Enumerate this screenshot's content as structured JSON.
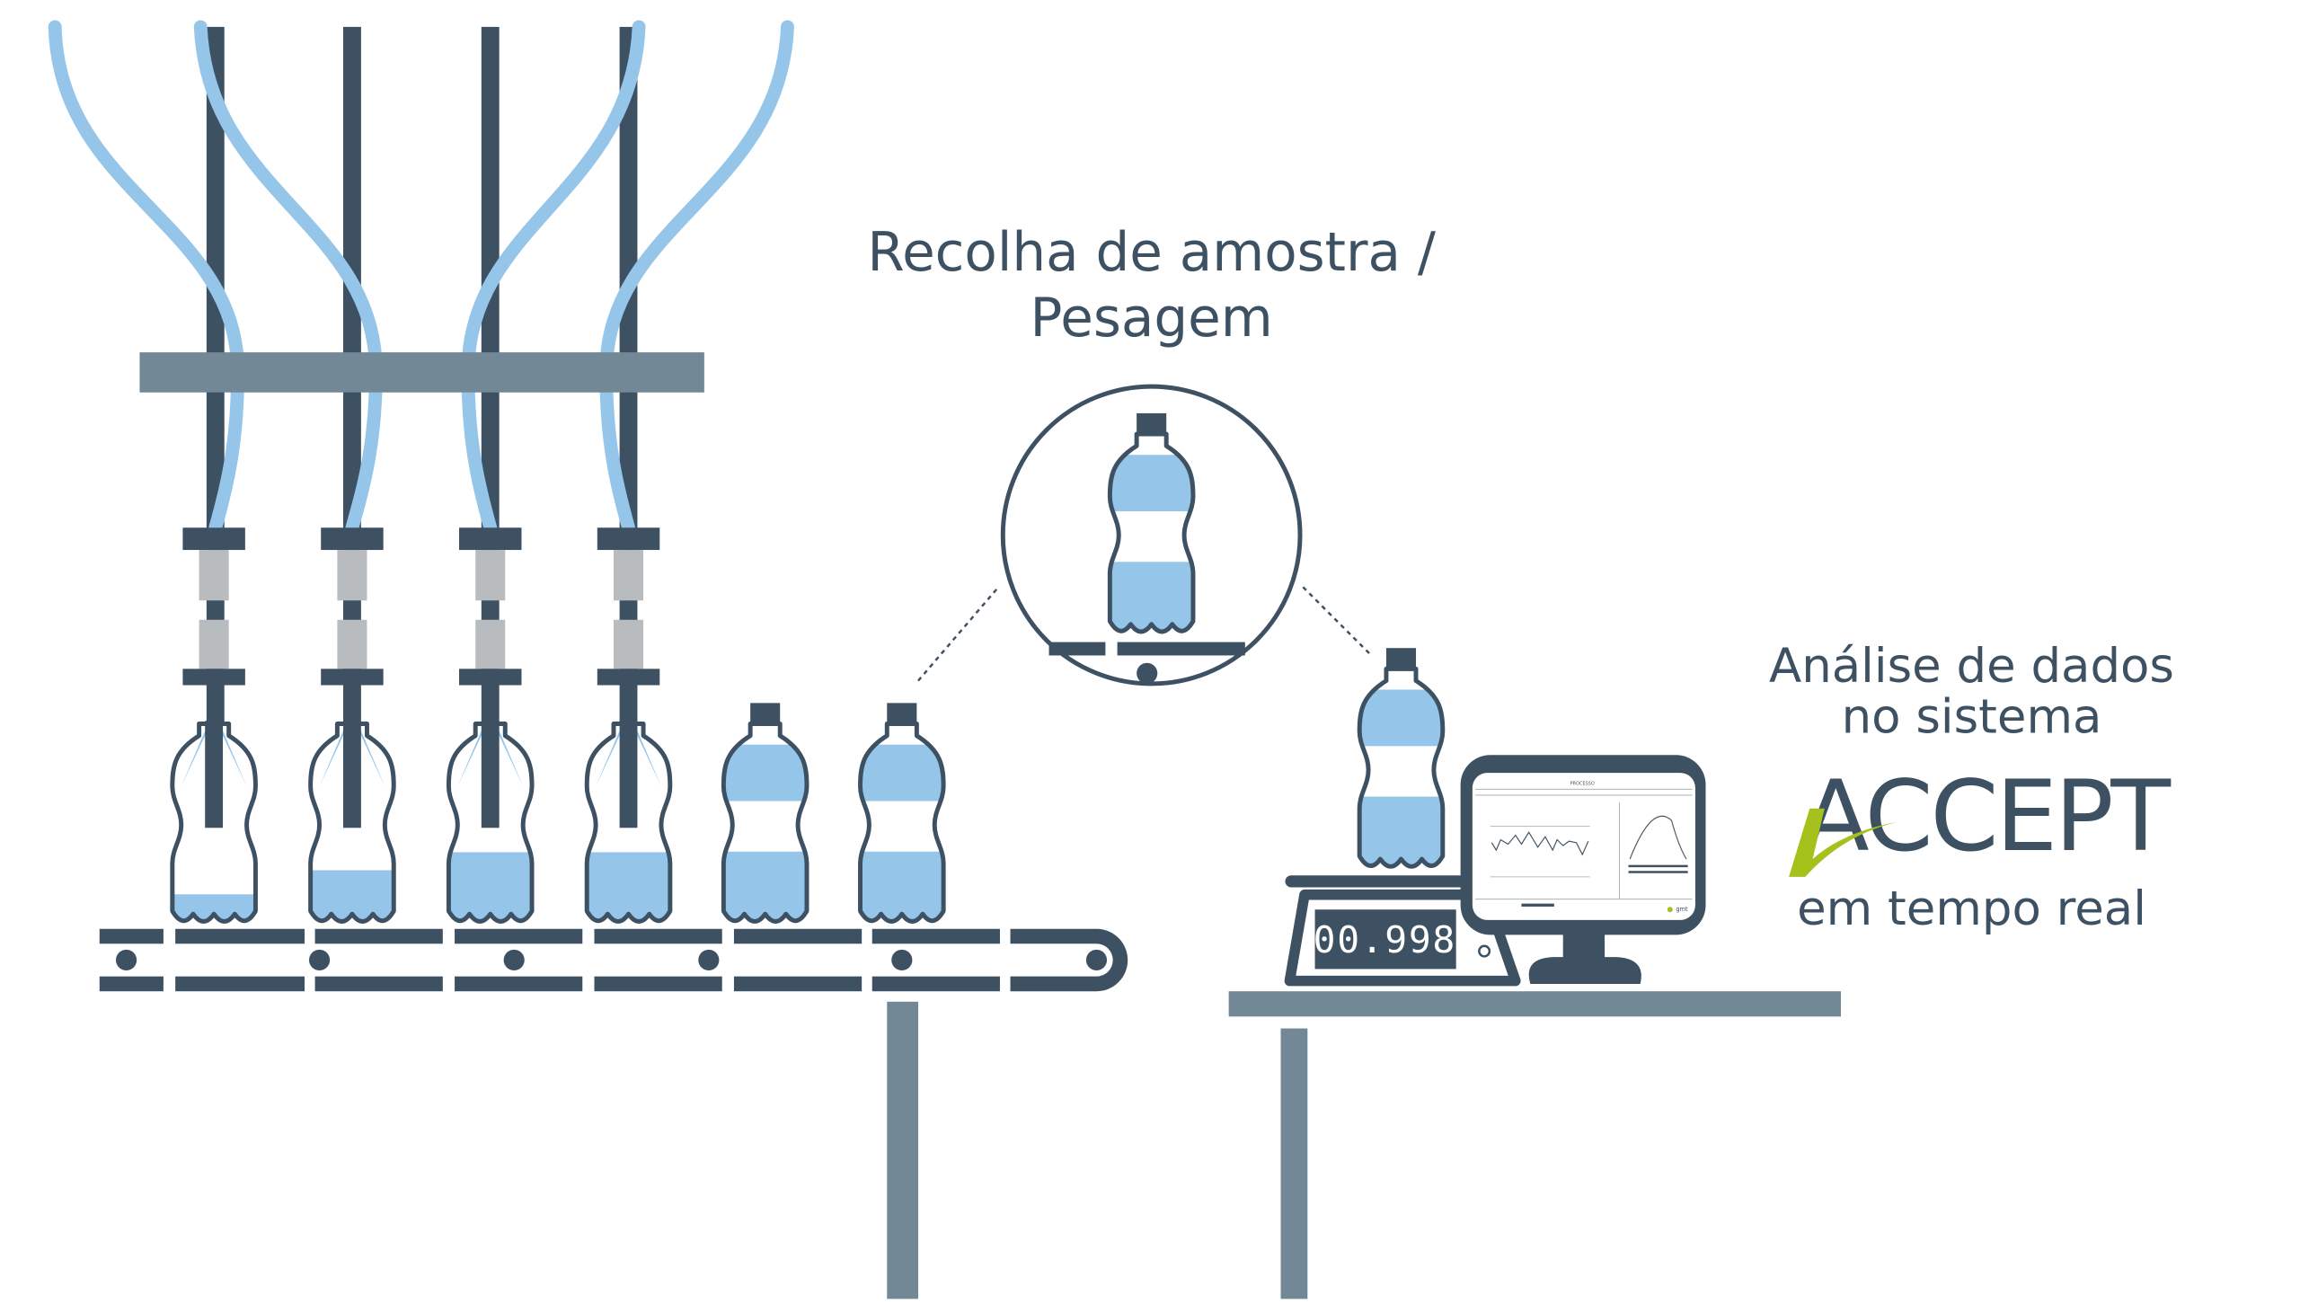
{
  "colors": {
    "dark": "#3d5163",
    "steel": "#738896",
    "water": "#95c6ea",
    "nozzle_gray": "#b9bcbe",
    "accent_green": "#a4c11c"
  },
  "sample_heading": {
    "line1": "Recolha de amostra /",
    "line2": "Pesagem"
  },
  "analysis_heading": {
    "line1": "Análise de dados",
    "line2": "no sistema",
    "logo": "ACCEPT",
    "line3": "em tempo real"
  },
  "scale": {
    "reading": "00.998"
  },
  "monitor": {
    "screen_title": "PROCESSO",
    "brand": "gmt"
  },
  "conveyor_bottles": [
    {
      "state": "filling",
      "fill_fraction": 0.15
    },
    {
      "state": "filling",
      "fill_fraction": 0.27
    },
    {
      "state": "filling",
      "fill_fraction": 0.36
    },
    {
      "state": "filling",
      "fill_fraction": 0.36
    },
    {
      "state": "full",
      "fill_fraction": 1
    },
    {
      "state": "full",
      "fill_fraction": 1
    }
  ]
}
